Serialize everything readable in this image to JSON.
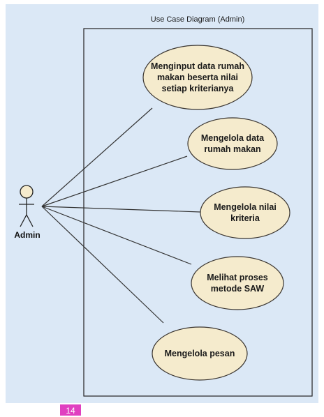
{
  "diagram": {
    "system_title": "Use Case Diagram (Admin)",
    "actor": {
      "name": "Admin",
      "icon": "stick-figure-icon"
    },
    "use_cases": [
      {
        "id": "uc-input-data",
        "lines": [
          "Menginput data rumah",
          "makan beserta nilai",
          "setiap kriterianya"
        ]
      },
      {
        "id": "uc-manage-restaurant",
        "lines": [
          "Mengelola data",
          "rumah makan"
        ]
      },
      {
        "id": "uc-manage-criteria",
        "lines": [
          "Mengelola nilai",
          "kriteria"
        ]
      },
      {
        "id": "uc-view-saw",
        "lines": [
          "Melihat proses",
          "metode  SAW"
        ]
      },
      {
        "id": "uc-manage-messages",
        "lines": [
          "Mengelola pesan"
        ]
      }
    ]
  },
  "page_number": "14",
  "colors": {
    "background": "#dbe8f6",
    "use_case_fill": "#f5ebcd",
    "use_case_stroke": "#3a3530",
    "line": "#333333",
    "badge": "#e040c0"
  }
}
